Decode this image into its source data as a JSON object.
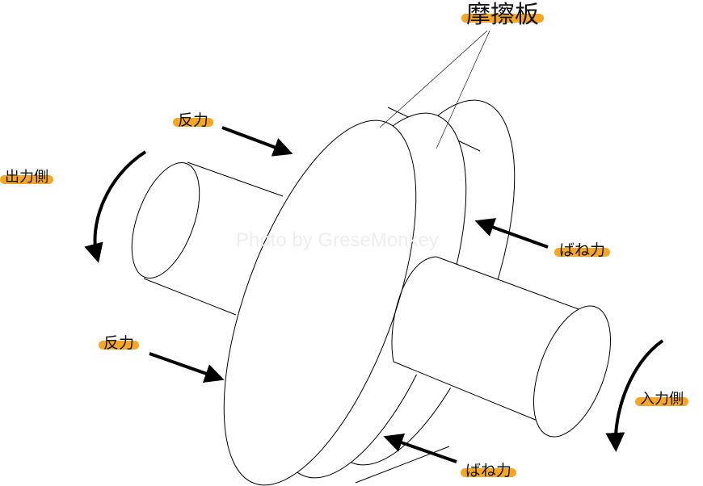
{
  "labels": {
    "friction_plate": "摩擦板",
    "reaction_top": "反力",
    "output_side": "出力側",
    "spring_force_top": "ばね力",
    "reaction_bottom": "反力",
    "input_side": "入力側",
    "spring_force_bottom": "ばね力"
  },
  "watermark": "Photo by GreseMonkey",
  "colors": {
    "highlight": "#f5a623",
    "line": "#000000"
  }
}
